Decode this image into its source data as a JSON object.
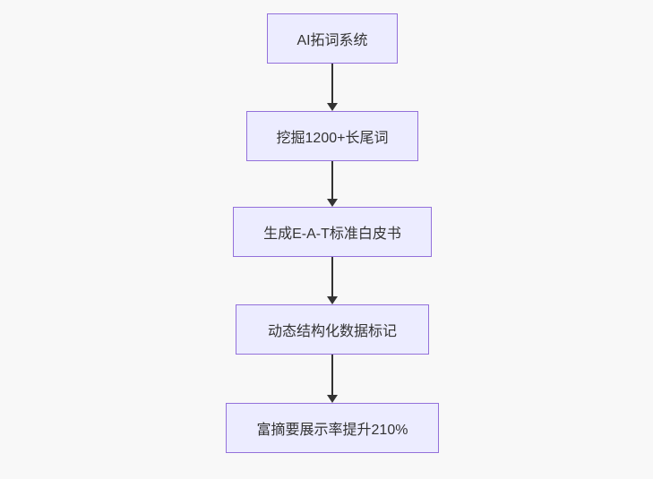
{
  "diagram": {
    "type": "flowchart-top-down",
    "colors": {
      "background": "#f8f8f8",
      "node_fill": "#ECECFF",
      "node_border": "#9370DB",
      "node_text": "#333333",
      "arrow": "#333333"
    },
    "nodes": [
      {
        "id": "A",
        "label": "AI拓词系统"
      },
      {
        "id": "B",
        "label": "挖掘1200+长尾词"
      },
      {
        "id": "C",
        "label": "生成E-A-T标准白皮书"
      },
      {
        "id": "D",
        "label": "动态结构化数据标记"
      },
      {
        "id": "E",
        "label": "富摘要展示率提升210%"
      }
    ],
    "edges": [
      {
        "from": "A",
        "to": "B"
      },
      {
        "from": "B",
        "to": "C"
      },
      {
        "from": "C",
        "to": "D"
      },
      {
        "from": "D",
        "to": "E"
      }
    ]
  }
}
